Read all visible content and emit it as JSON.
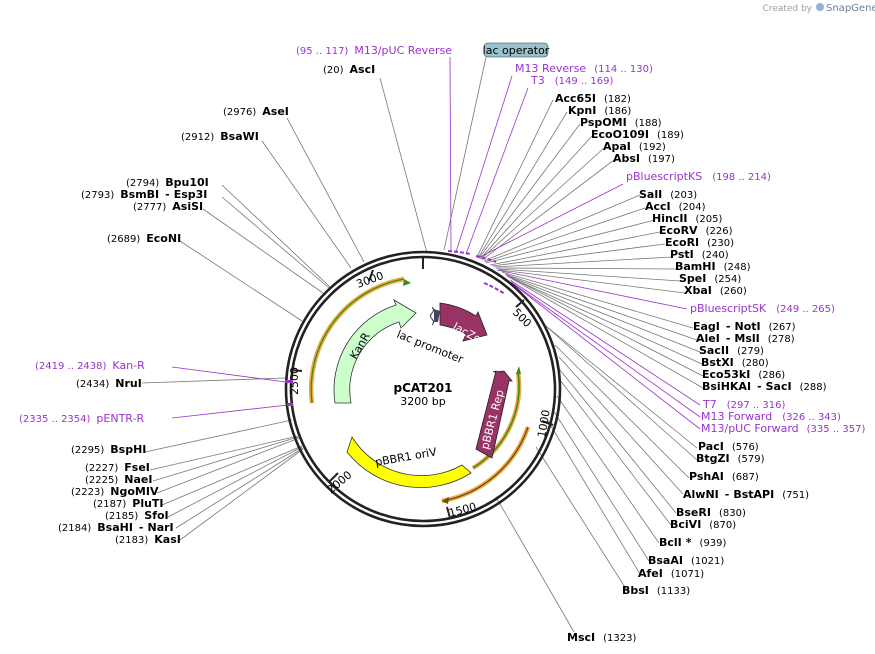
{
  "branding": {
    "created_by": "Created by",
    "app_name": "SnapGene"
  },
  "plasmid": {
    "name": "pCAT201",
    "size": "3200 bp"
  },
  "ticks": [
    "3000",
    "500",
    "1000",
    "1500",
    "2000",
    "2500"
  ],
  "features": {
    "lac_operator": "lac operator",
    "lac_promoter": "lac promoter",
    "lacZa": "lacZα",
    "kanR": "KanR",
    "pbbr1_rep": "pBBR1 Rep",
    "pbbr1_oriv": "pBBR1 oriV"
  },
  "sites_top": [
    {
      "pos": "(20)",
      "name": "AscI"
    },
    {
      "pos": "(2976)",
      "name": "AseI"
    },
    {
      "pos": "(2912)",
      "name": "BsaWI"
    }
  ],
  "sites_right": [
    {
      "name": "Acc65I",
      "pos": "(182)"
    },
    {
      "name": "KpnI",
      "pos": "(186)"
    },
    {
      "name": "PspOMI",
      "pos": "(188)"
    },
    {
      "name": "EcoO109I",
      "pos": "(189)"
    },
    {
      "name": "ApaI",
      "pos": "(192)"
    },
    {
      "name": "AbsI",
      "pos": "(197)"
    },
    {
      "name": "SalI",
      "pos": "(203)"
    },
    {
      "name": "AccI",
      "pos": "(204)"
    },
    {
      "name": "HincII",
      "pos": "(205)"
    },
    {
      "name": "EcoRV",
      "pos": "(226)"
    },
    {
      "name": "EcoRI",
      "pos": "(230)"
    },
    {
      "name": "PstI",
      "pos": "(240)"
    },
    {
      "name": "BamHI",
      "pos": "(248)"
    },
    {
      "name": "SpeI",
      "pos": "(254)"
    },
    {
      "name": "XbaI",
      "pos": "(260)"
    },
    {
      "name": "EagI",
      "sep": "-",
      "name2": "NotI",
      "pos": "(267)"
    },
    {
      "name": "AleI",
      "sep": "-",
      "name2": "MslI",
      "pos": "(278)"
    },
    {
      "name": "SacII",
      "pos": "(279)"
    },
    {
      "name": "BstXI",
      "pos": "(280)"
    },
    {
      "name": "Eco53kI",
      "pos": "(286)"
    },
    {
      "name": "BsiHKAI",
      "sep": "-",
      "name2": "SacI",
      "pos": "(288)"
    },
    {
      "name": "PacI",
      "pos": "(576)"
    },
    {
      "name": "BtgZI",
      "pos": "(579)"
    },
    {
      "name": "PshAI",
      "pos": "(687)"
    },
    {
      "name": "AlwNI",
      "sep": "-",
      "name2": "BstAPI",
      "pos": "(751)"
    },
    {
      "name": "BseRI",
      "pos": "(830)"
    },
    {
      "name": "BciVI",
      "pos": "(870)"
    },
    {
      "name": "BclI",
      "mark": "*",
      "pos": "(939)"
    },
    {
      "name": "BsaAI",
      "pos": "(1021)"
    },
    {
      "name": "AfeI",
      "pos": "(1071)"
    },
    {
      "name": "BbsI",
      "pos": "(1133)"
    },
    {
      "name": "MscI",
      "pos": "(1323)"
    }
  ],
  "sites_left": [
    {
      "pos": "(2794)",
      "name": "Bpu10I"
    },
    {
      "pos": "(2793)",
      "name": "BsmBI",
      "sep": "-",
      "name2": "Esp3I"
    },
    {
      "pos": "(2777)",
      "name": "AsiSI"
    },
    {
      "pos": "(2689)",
      "name": "EcoNI"
    },
    {
      "pos": "(2434)",
      "name": "NruI"
    },
    {
      "pos": "(2295)",
      "name": "BspHI"
    },
    {
      "pos": "(2227)",
      "name": "FseI"
    },
    {
      "pos": "(2225)",
      "name": "NaeI"
    },
    {
      "pos": "(2223)",
      "name": "NgoMIV"
    },
    {
      "pos": "(2187)",
      "name": "PluTI"
    },
    {
      "pos": "(2185)",
      "name": "SfoI"
    },
    {
      "pos": "(2184)",
      "name": "BsaHI",
      "sep": "-",
      "name2": "NarI"
    },
    {
      "pos": "(2183)",
      "name": "KasI"
    }
  ],
  "primers": [
    {
      "name": "M13/pUC Reverse",
      "pos": "(95 .. 117)"
    },
    {
      "name": "M13 Reverse",
      "pos": "(114 .. 130)"
    },
    {
      "name": "T3",
      "pos": "(149 .. 169)"
    },
    {
      "name": "pBluescriptKS",
      "pos": "(198 .. 214)"
    },
    {
      "name": "pBluescriptSK",
      "pos": "(249 .. 265)"
    },
    {
      "name": "T7",
      "pos": "(297 .. 316)"
    },
    {
      "name": "M13 Forward",
      "pos": "(326 .. 343)"
    },
    {
      "name": "M13/pUC Forward",
      "pos": "(335 .. 357)"
    },
    {
      "name": "Kan-R",
      "pos": "(2419 .. 2438)"
    },
    {
      "name": "pENTR-R",
      "pos": "(2335 .. 2354)"
    }
  ],
  "colors": {
    "backbone": "#222222",
    "primer": "#9933cc",
    "kanR": "#ccffcc",
    "lacZa": "#993366",
    "pbbr1_rep": "#993366",
    "pbbr1_oriv": "#ffff00",
    "orf_outline": "#f0a030",
    "orf_inner": "#3a8a1a",
    "lac_operator": "#99c2cc"
  }
}
